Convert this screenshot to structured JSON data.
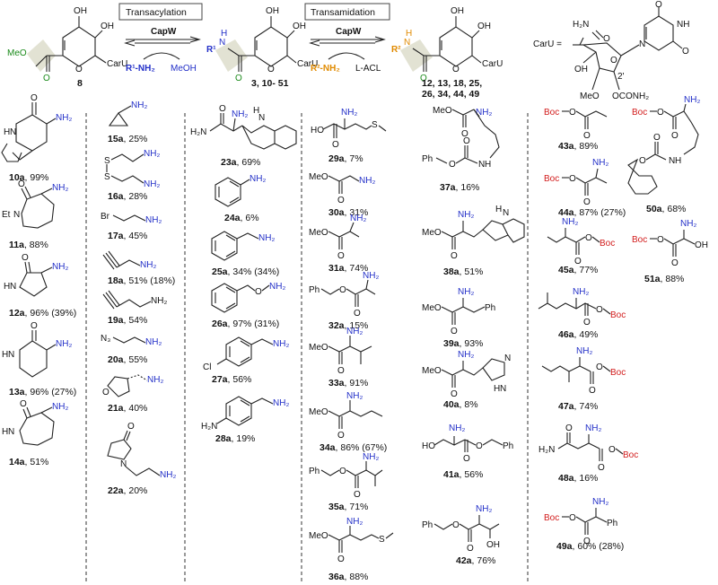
{
  "colors": {
    "amine_blue": "#2330c8",
    "boc_red": "#d21c1c",
    "carbonyl_green": "#1a8a1a",
    "r2_orange": "#e08a00",
    "highlight": "#d8d8c4"
  },
  "scheme": {
    "step1_title": "Transacylation",
    "step2_title": "Transamidation",
    "reagent": "CapW",
    "step1_reactant": "R¹-NH₂",
    "step1_byproduct": "MeOH",
    "step2_reactant": "R²-NH₂",
    "step2_byproduct": "L-ACL",
    "start_label": "8",
    "middle_label": "3, 10- 51",
    "product_label_line1": "12, 13, 18, 25,",
    "product_label_line2": "26, 34, 44, 49",
    "ester_group": "MeO",
    "carU_group": "CarU",
    "carU_def": "CarU =",
    "carU_labels": {
      "h2n": "H₂N",
      "oh": "OH",
      "o": "O",
      "meo": "MeO",
      "oconh2": "OCONH₂",
      "prime": "2'",
      "nh": "NH",
      "n": "N"
    },
    "r1": "R¹",
    "r2": "R²",
    "nh": "N",
    "h": "H"
  },
  "compounds": [
    {
      "id": "10a",
      "yield": ", 99%"
    },
    {
      "id": "11a",
      "yield": ", 88%"
    },
    {
      "id": "12a",
      "yield": ", 96% (39%)"
    },
    {
      "id": "13a",
      "yield": ", 96% (27%)"
    },
    {
      "id": "14a",
      "yield": ", 51%"
    },
    {
      "id": "15a",
      "yield": ", 25%"
    },
    {
      "id": "16a",
      "yield": ", 28%"
    },
    {
      "id": "17a",
      "yield": ", 45%"
    },
    {
      "id": "18a",
      "yield": ", 51% (18%)"
    },
    {
      "id": "19a",
      "yield": ", 54%"
    },
    {
      "id": "20a",
      "yield": ", 55%"
    },
    {
      "id": "21a",
      "yield": ", 40%"
    },
    {
      "id": "22a",
      "yield": ", 20%"
    },
    {
      "id": "23a",
      "yield": ", 69%"
    },
    {
      "id": "24a",
      "yield": ", 6%"
    },
    {
      "id": "25a",
      "yield": ", 34% (34%)"
    },
    {
      "id": "26a",
      "yield": ", 97% (31%)"
    },
    {
      "id": "27a",
      "yield": ", 56%"
    },
    {
      "id": "28a",
      "yield": ", 19%"
    },
    {
      "id": "29a",
      "yield": ", 7%"
    },
    {
      "id": "30a",
      "yield": ", 31%"
    },
    {
      "id": "31a",
      "yield": ", 74%"
    },
    {
      "id": "32a",
      "yield": ", 15%"
    },
    {
      "id": "33a",
      "yield": ", 91%"
    },
    {
      "id": "34a",
      "yield": ", 86% (67%)"
    },
    {
      "id": "35a",
      "yield": ", 71%"
    },
    {
      "id": "36a",
      "yield": ", 88%"
    },
    {
      "id": "37a",
      "yield": ", 16%"
    },
    {
      "id": "38a",
      "yield": ", 51%"
    },
    {
      "id": "39a",
      "yield": ", 93%"
    },
    {
      "id": "40a",
      "yield": ", 8%"
    },
    {
      "id": "41a",
      "yield": ", 56%"
    },
    {
      "id": "42a",
      "yield": ", 76%"
    },
    {
      "id": "43a",
      "yield": ", 89%"
    },
    {
      "id": "44a",
      "yield": ", 87% (27%)"
    },
    {
      "id": "45a",
      "yield": ", 77%"
    },
    {
      "id": "46a",
      "yield": ", 49%"
    },
    {
      "id": "47a",
      "yield": ", 74%"
    },
    {
      "id": "48a",
      "yield": ", 16%"
    },
    {
      "id": "49a",
      "yield": ", 60% (28%)"
    },
    {
      "id": "50a",
      "yield": ", 68%"
    },
    {
      "id": "51a",
      "yield": ", 88%"
    }
  ],
  "atoms": {
    "nh2": "NH₂",
    "h2n": "H₂N",
    "nh": "NH",
    "n": "N",
    "o": "O",
    "oh": "OH",
    "ho": "HO",
    "h": "H",
    "s": "S",
    "meo": "MeO",
    "ph": "Ph",
    "boc": "Boc",
    "br": "Br",
    "cl": "Cl",
    "n3": "N₃",
    "et": "Et"
  }
}
